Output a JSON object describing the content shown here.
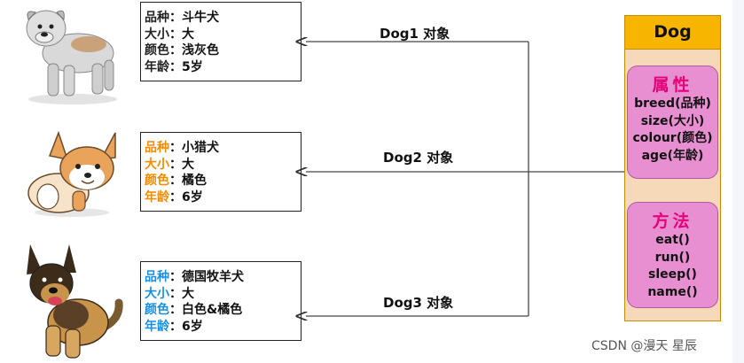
{
  "dogs": [
    {
      "image_icon": "bulldog-illustration",
      "object_label": "Dog1  对象",
      "key_color": "#222222",
      "rows": [
        {
          "key": "品种",
          "value": "：斗牛犬"
        },
        {
          "key": "大小",
          "value": "：大"
        },
        {
          "key": "颜色",
          "value": "：浅灰色"
        },
        {
          "key": "年龄",
          "value": "：5岁"
        }
      ]
    },
    {
      "image_icon": "corgi-illustration",
      "object_label": "Dog2 对象",
      "key_color": "#f08c00",
      "rows": [
        {
          "key": "品种",
          "value": "：小猎犬"
        },
        {
          "key": "大小",
          "value": "：大"
        },
        {
          "key": "颜色",
          "value": "：橘色"
        },
        {
          "key": "年龄",
          "value": "：6岁"
        }
      ]
    },
    {
      "image_icon": "german-shepherd-illustration",
      "object_label": "Dog3 对象",
      "key_color": "#1a8fe0",
      "rows": [
        {
          "key": "品种",
          "value": "：德国牧羊犬"
        },
        {
          "key": "大小",
          "value": "：大"
        },
        {
          "key": "颜色",
          "value": "：白色&橘色"
        },
        {
          "key": "年龄",
          "value": "：6岁"
        }
      ]
    }
  ],
  "class_box": {
    "name": "Dog",
    "attributes_title": "属性",
    "attributes": [
      "breed(品种)",
      "size(大小)",
      "colour(颜色)",
      "age(年龄)"
    ],
    "methods_title": "方法",
    "methods": [
      "eat()",
      "run()",
      "sleep()",
      "name()"
    ],
    "colors": {
      "header": "#f7b500",
      "body": "#f6d9b8",
      "section": "#e78fd0",
      "section_title": "#e3007a"
    }
  },
  "watermark": "CSDN @漫天 星辰"
}
